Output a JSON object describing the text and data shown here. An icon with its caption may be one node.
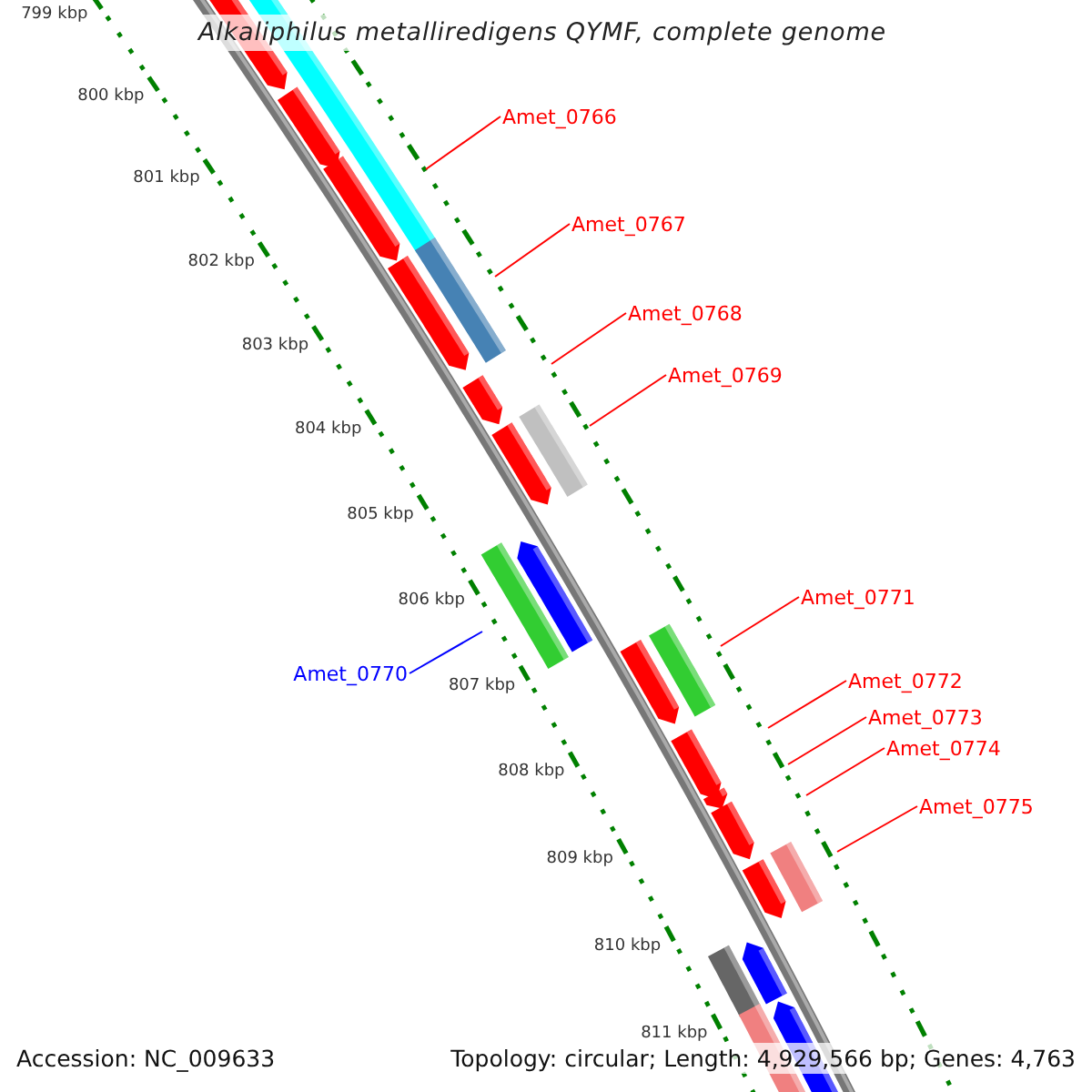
{
  "diagram": {
    "title": "Alkaliphilus metalliredigens QYMF, complete genome",
    "nodes": [
      {
        "text": [
          "Amet_0766"
        ]
      },
      {
        "text": [
          "Amet_0767"
        ]
      },
      {
        "text": [
          "Amet_0768"
        ]
      },
      {
        "text": [
          "Amet_0769"
        ]
      },
      {
        "text": [
          "Amet_0770"
        ]
      },
      {
        "text": [
          "Amet_0771"
        ]
      },
      {
        "text": [
          "Amet_0772"
        ]
      },
      {
        "text": [
          "Amet_0773"
        ]
      },
      {
        "text": [
          "Amet_0774"
        ]
      },
      {
        "text": [
          "Amet_0775"
        ]
      }
    ],
    "edges": [
      {
        "from": 0,
        "to": null,
        "arrow": "none"
      },
      {
        "from": 1,
        "to": null,
        "arrow": "none"
      },
      {
        "from": 2,
        "to": null,
        "arrow": "none"
      },
      {
        "from": 3,
        "to": null,
        "arrow": "none"
      },
      {
        "from": 4,
        "to": null,
        "arrow": "none",
        "color": "#0000ff"
      },
      {
        "from": 5,
        "to": null,
        "arrow": "none"
      },
      {
        "from": 6,
        "to": null,
        "arrow": "none"
      },
      {
        "from": 7,
        "to": null,
        "arrow": "none"
      },
      {
        "from": 8,
        "to": null,
        "arrow": "none"
      },
      {
        "from": 9,
        "to": null,
        "arrow": "none"
      }
    ],
    "labels": [
      "799 kbp",
      "800 kbp",
      "801 kbp",
      "802 kbp",
      "803 kbp",
      "804 kbp",
      "805 kbp",
      "806 kbp",
      "807 kbp",
      "808 kbp",
      "809 kbp",
      "810 kbp",
      "811 kbp",
      "Accession: NC_009633",
      "Topology: circular; Length: 4,929,566 bp; Genes: 4,763"
    ]
  }
}
